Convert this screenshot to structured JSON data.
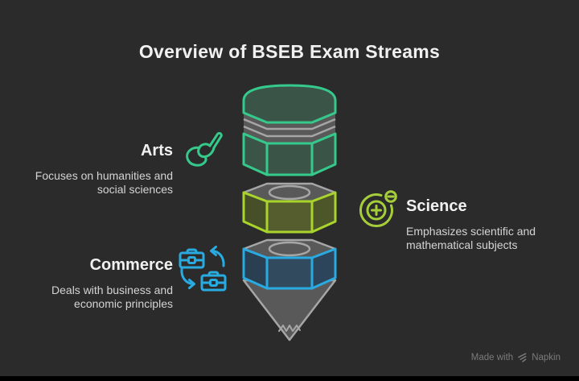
{
  "title": "Overview of BSEB Exam Streams",
  "streams": [
    {
      "name": "Arts",
      "desc_lines": [
        "Focuses on humanities and",
        "social sciences"
      ],
      "accent": "#35ca8c",
      "icon": "paintbrush-icon"
    },
    {
      "name": "Science",
      "desc_lines": [
        "Emphasizes scientific and",
        "mathematical subjects"
      ],
      "accent": "#a6ce39",
      "icon": "atom-plus-minus-icon"
    },
    {
      "name": "Commerce",
      "desc_lines": [
        "Deals with business and",
        "economic principles"
      ],
      "accent": "#29abe2",
      "icon": "briefcase-swap-icon"
    }
  ],
  "graphic": {
    "type": "layered-pencil-funnel",
    "segment_order_top_to_bottom": [
      "Arts",
      "Science",
      "Commerce"
    ],
    "segment_colors_top_to_bottom": [
      "#35ca8c",
      "#a9d42c",
      "#29abe2"
    ],
    "tip_color": "#595959"
  },
  "watermark": {
    "prefix": "Made with",
    "brand": "Napkin"
  },
  "colors": {
    "bg": "#2b2b2b",
    "green": "#35ca8c",
    "green-fill": "#3b5448",
    "lime": "#a9d42c",
    "lime2": "#a6ce39",
    "lime-front": "#555c2e",
    "lime-left": "#474f28",
    "lime-right": "#4d5629",
    "blue": "#29abe2",
    "blue-front": "#324a5e",
    "blue-left": "#2a4052",
    "blue-right": "#2d455a",
    "gray-fill": "#595959",
    "gray-line": "#a6a6a6",
    "title-text": "#f1f1f1",
    "desc-text": "#d4d4d4",
    "watermark-text": "#7b7b7b",
    "footer-bar": "#000000"
  }
}
